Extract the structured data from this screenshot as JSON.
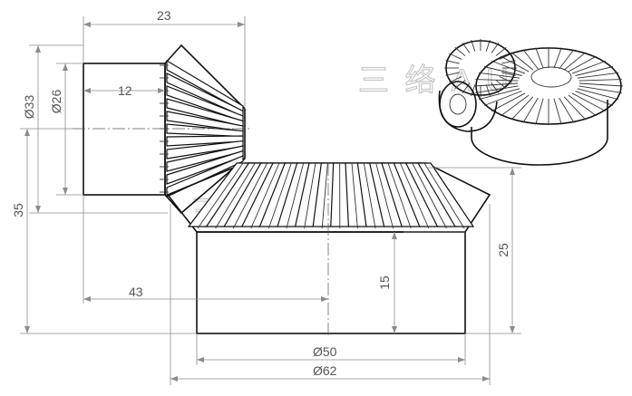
{
  "dimensions": {
    "top_width": "23",
    "hub_length": "12",
    "hub_diameter_outer": "Ø33",
    "hub_diameter_inner": "Ø26",
    "height_total": "35",
    "right_height": "25",
    "inner_height": "15",
    "offset_43": "43",
    "base_diameter": "Ø50",
    "outer_diameter": "Ø62"
  },
  "colors": {
    "line": "#111111",
    "dimension": "#8c8c8c",
    "background": "#ffffff"
  }
}
